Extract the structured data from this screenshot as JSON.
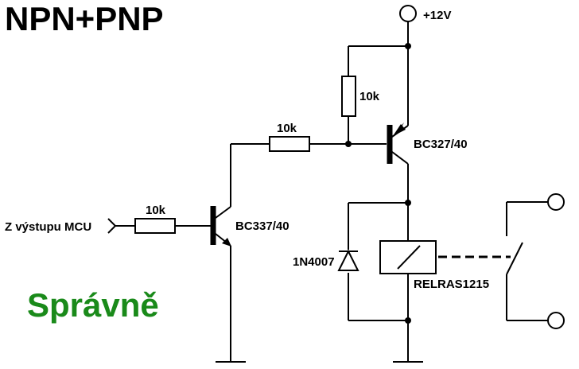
{
  "title": "NPN+PNP",
  "status": {
    "text": "Správně",
    "color": "#1a8a1a"
  },
  "labels": {
    "supply": "+12V",
    "input": "Z výstupu MCU",
    "r_input": "10k",
    "r_middle": "10k",
    "r_pullup": "10k",
    "npn": "BC337/40",
    "pnp": "BC327/40",
    "diode": "1N4007",
    "relay": "RELRAS1215"
  }
}
